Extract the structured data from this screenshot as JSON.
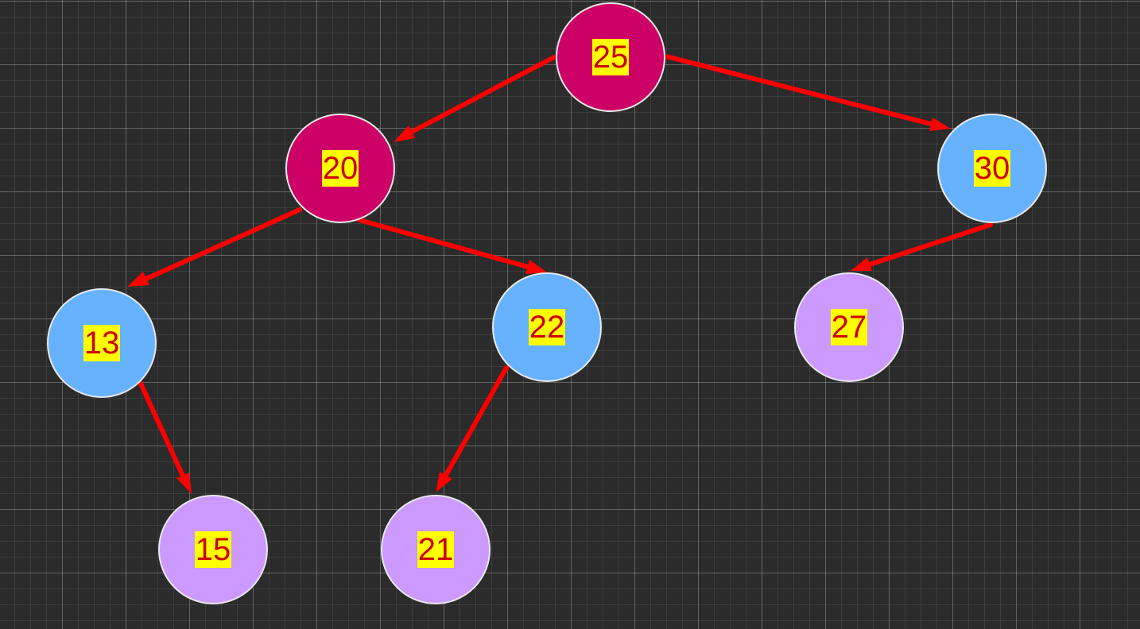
{
  "colors": {
    "background": "#2b2b2b",
    "edge": "#ff0000",
    "label_background": "#ffff00",
    "label_text": "#cc0000",
    "node_border": "#e8e8e8"
  },
  "nodes": [
    {
      "id": "25",
      "label": "25",
      "fill": "#cc0066"
    },
    {
      "id": "20",
      "label": "20",
      "fill": "#cc0066"
    },
    {
      "id": "30",
      "label": "30",
      "fill": "#66b2ff"
    },
    {
      "id": "13",
      "label": "13",
      "fill": "#66b2ff"
    },
    {
      "id": "22",
      "label": "22",
      "fill": "#66b2ff"
    },
    {
      "id": "27",
      "label": "27",
      "fill": "#cc99ff"
    },
    {
      "id": "15",
      "label": "15",
      "fill": "#cc99ff"
    },
    {
      "id": "21",
      "label": "21",
      "fill": "#cc99ff"
    }
  ],
  "edges": [
    {
      "from": "25",
      "to": "20"
    },
    {
      "from": "25",
      "to": "30"
    },
    {
      "from": "20",
      "to": "13"
    },
    {
      "from": "20",
      "to": "22"
    },
    {
      "from": "30",
      "to": "27"
    },
    {
      "from": "13",
      "to": "15"
    },
    {
      "from": "22",
      "to": "21"
    }
  ]
}
